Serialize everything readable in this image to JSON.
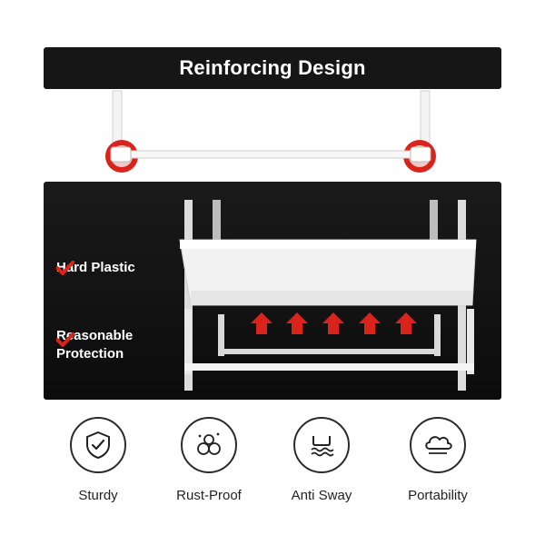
{
  "banner": {
    "title": "Reinforcing Design"
  },
  "features_overlay": [
    {
      "label": "Hard Plastic"
    },
    {
      "label_line1": "Reasonable",
      "label_line2": "Protection"
    }
  ],
  "icons": [
    {
      "icon": "shield-check-icon",
      "label": "Sturdy"
    },
    {
      "icon": "rust-bubbles-icon",
      "label": "Rust-Proof"
    },
    {
      "icon": "stable-waves-icon",
      "label": "Anti Sway"
    },
    {
      "icon": "cloud-icon",
      "label": "Portability"
    }
  ],
  "colors": {
    "accent_red": "#d9231b",
    "banner_bg": "#161616",
    "panel_bg": "#121212"
  }
}
